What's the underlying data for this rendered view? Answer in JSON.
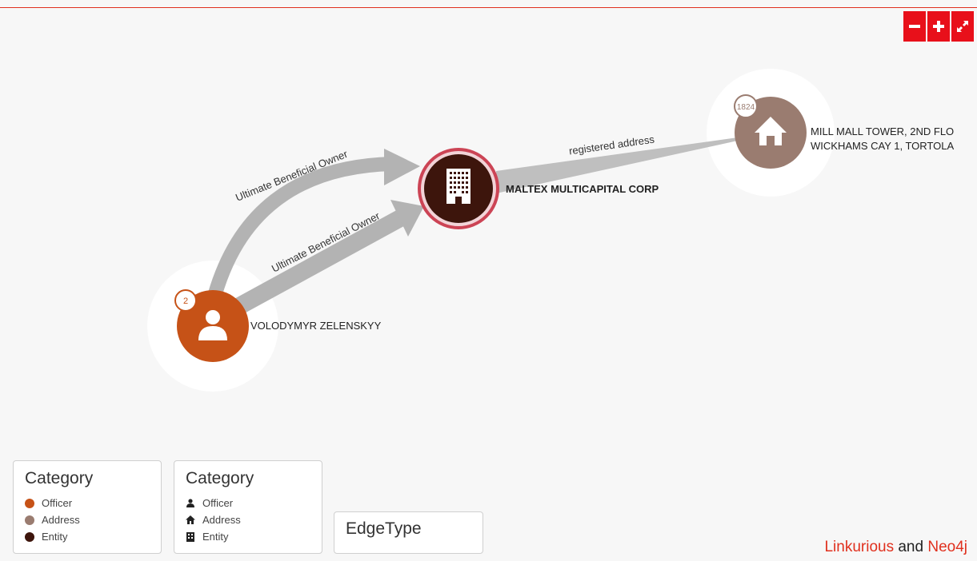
{
  "zoom_controls": {
    "zoom_out": "−",
    "zoom_in": "+",
    "fullscreen": "⤢"
  },
  "nodes": {
    "officer": {
      "label": "VOLODYMYR ZELENSKYY",
      "badge": "2",
      "color": "#c65217"
    },
    "entity": {
      "label": "MALTEX MULTICAPITAL CORP",
      "color": "#3d150c"
    },
    "address": {
      "label_line1": "MILL MALL TOWER, 2ND FLO",
      "label_line2": "WICKHAMS CAY 1, TORTOLA",
      "badge": "1824",
      "color": "#9a7c70"
    }
  },
  "edges": {
    "ubo_upper": "Ultimate Beneficial Owner",
    "ubo_lower": "Ultimate Beneficial Owner",
    "registered": "registered address"
  },
  "legend_color": {
    "title": "Category",
    "items": [
      {
        "label": "Officer",
        "color": "#c65217"
      },
      {
        "label": "Address",
        "color": "#9a7c70"
      },
      {
        "label": "Entity",
        "color": "#3d150c"
      }
    ]
  },
  "legend_icon": {
    "title": "Category",
    "items": [
      {
        "label": "Officer",
        "icon": "person-icon"
      },
      {
        "label": "Address",
        "icon": "house-icon"
      },
      {
        "label": "Entity",
        "icon": "building-icon"
      }
    ]
  },
  "legend_edge": {
    "title": "EdgeType"
  },
  "credit": {
    "brand1": "Linkurious",
    "conjunction": " and ",
    "brand2": "Neo4j"
  }
}
